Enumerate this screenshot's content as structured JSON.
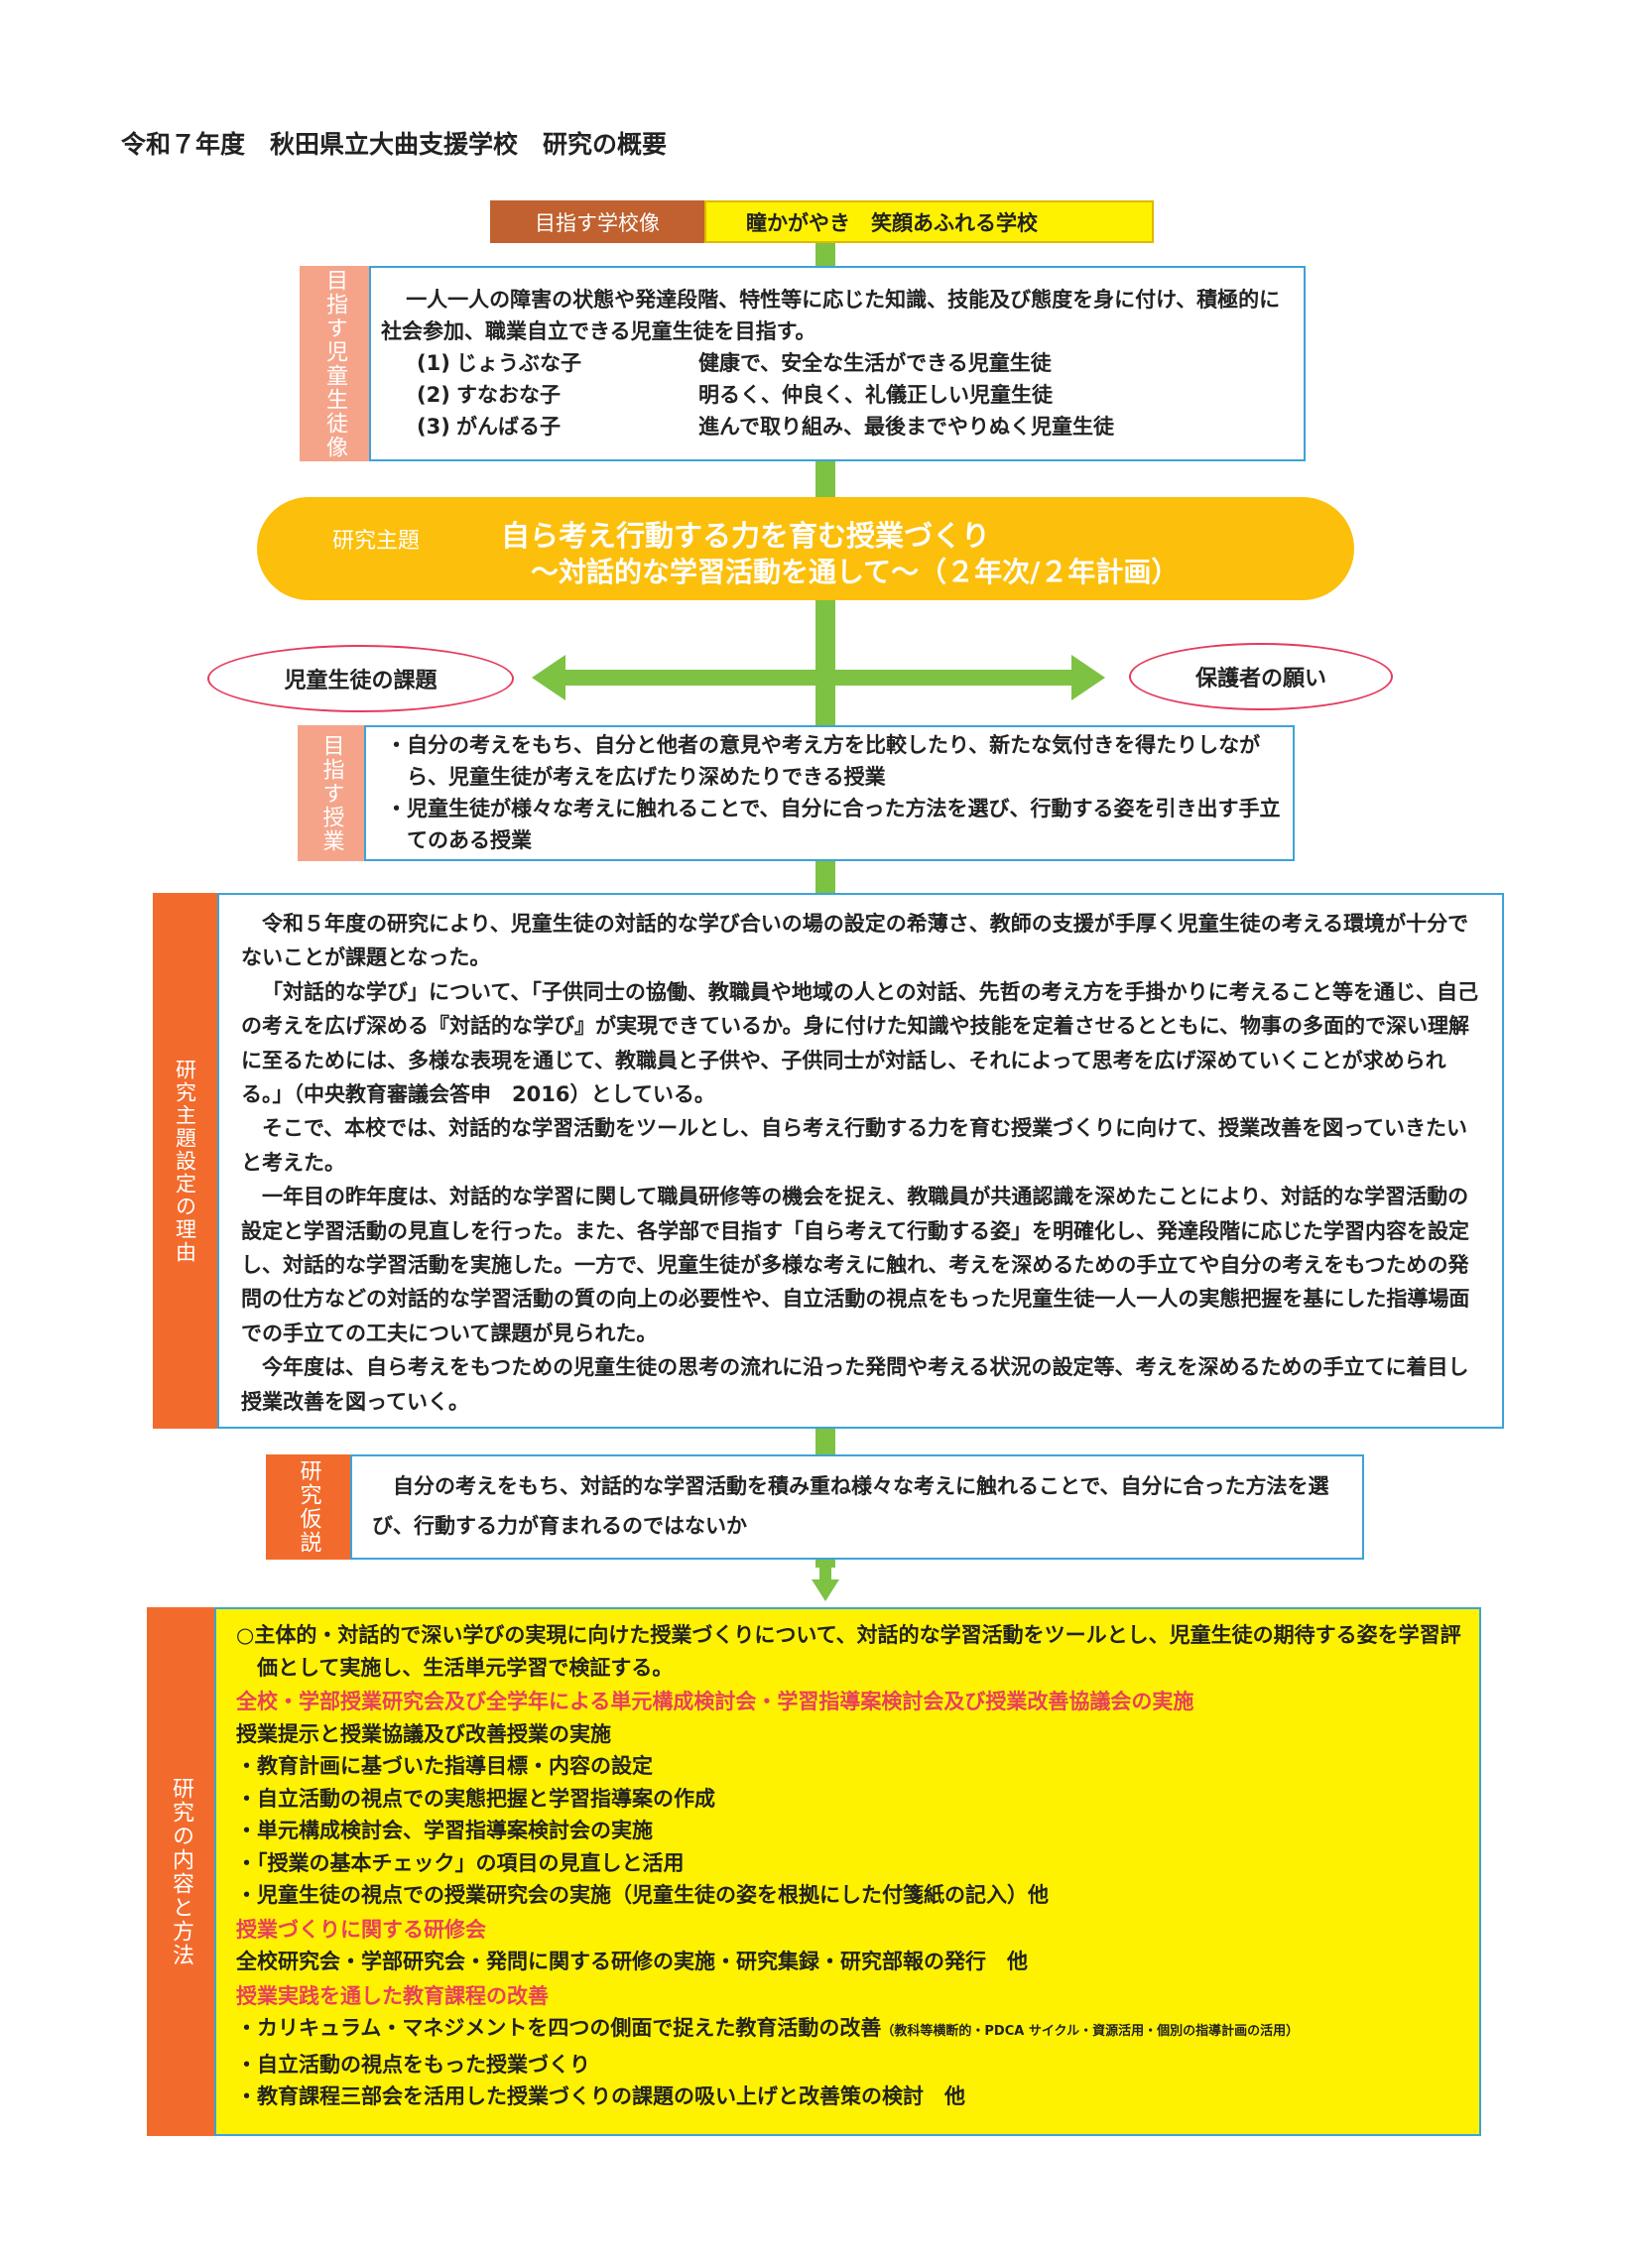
{
  "title": "令和７年度　秋田県立大曲支援学校　研究の概要",
  "school_image": {
    "label": "目指す学校像",
    "value": "瞳かがやき　笑顔あふれる学校"
  },
  "student_image": {
    "label": "目指す児童生徒像",
    "intro": "一人一人の障害の状態や発達段階、特性等に応じた知識、技能及び態度を身に付け、積極的に社会参加、職業自立できる児童生徒を目指す。",
    "items": [
      {
        "num": "(1)",
        "name": "じょうぶな子",
        "desc": "健康で、安全な生活ができる児童生徒"
      },
      {
        "num": "(2)",
        "name": "すなおな子",
        "desc": "明るく、仲良く、礼儀正しい児童生徒"
      },
      {
        "num": "(3)",
        "name": "がんばる子",
        "desc": "進んで取り組み、最後までやりぬく児童生徒"
      }
    ]
  },
  "theme": {
    "label": "研究主題",
    "main": "自ら考え行動する力を育む授業づくり",
    "sub": "～対話的な学習活動を通して～（２年次/２年計画）"
  },
  "left_oval": "児童生徒の課題",
  "right_oval": "保護者の願い",
  "target_lesson": {
    "label": "目指す授業",
    "items": [
      "・自分の考えをもち、自分と他者の意見や考え方を比較したり、新たな気付きを得たりしながら、児童生徒が考えを広げたり深めたりできる授業",
      "・児童生徒が様々な考えに触れることで、自分に合った方法を選び、行動する姿を引き出す手立てのある授業"
    ]
  },
  "reason": {
    "label": "研究主題設定の理由",
    "paragraphs": [
      "令和５年度の研究により、児童生徒の対話的な学び合いの場の設定の希薄さ、教師の支援が手厚く児童生徒の考える環境が十分でないことが課題となった。",
      "「対話的な学び」について、「子供同士の協働、教職員や地域の人との対話、先哲の考え方を手掛かりに考えること等を通じ、自己の考えを広げ深める『対話的な学び』が実現できているか。身に付けた知識や技能を定着させるとともに、物事の多面的で深い理解に至るためには、多様な表現を通じて、教職員と子供や、子供同士が対話し、それによって思考を広げ深めていくことが求められる。」（中央教育審議会答申　2016）としている。",
      "そこで、本校では、対話的な学習活動をツールとし、自ら考え行動する力を育む授業づくりに向けて、授業改善を図っていきたいと考えた。",
      "一年目の昨年度は、対話的な学習に関して職員研修等の機会を捉え、教職員が共通認識を深めたことにより、対話的な学習活動の設定と学習活動の見直しを行った。また、各学部で目指す「自ら考えて行動する姿」を明確化し、発達段階に応じた学習内容を設定し、対話的な学習活動を実施した。一方で、児童生徒が多様な考えに触れ、考えを深めるための手立てや自分の考えをもつための発問の仕方などの対話的な学習活動の質の向上の必要性や、自立活動の視点をもった児童生徒一人一人の実態把握を基にした指導場面での手立ての工夫について課題が見られた。",
      "今年度は、自ら考えをもつための児童生徒の思考の流れに沿った発問や考える状況の設定等、考えを深めるための手立てに着目し授業改善を図っていく。"
    ]
  },
  "hypothesis": {
    "label": "研究仮説",
    "text": "自分の考えをもち、対話的な学習活動を積み重ね様々な考えに触れることで、自分に合った方法を選び、行動する力が育まれるのではないか"
  },
  "methods": {
    "label": "研究の内容と方法",
    "lead": "○主体的・対話的で深い学びの実現に向けた授業づくりについて、対話的な学習活動をツールとし、児童生徒の期待する姿を学習評価として実施し、生活単元学習で検証する。",
    "sections": [
      {
        "heading": "全校・学部授業研究会及び全学年による単元構成検討会・学習指導案検討会及び授業改善協議会の実施",
        "lines": [
          "授業提示と授業協議及び改善授業の実施",
          "・教育計画に基づいた指導目標・内容の設定",
          "・自立活動の視点での実態把握と学習指導案の作成",
          "・単元構成検討会、学習指導案検討会の実施",
          "・「授業の基本チェック」の項目の見直しと活用",
          "・児童生徒の視点での授業研究会の実施（児童生徒の姿を根拠にした付箋紙の記入）他"
        ]
      },
      {
        "heading": "授業づくりに関する研修会",
        "lines": [
          "全校研究会・学部研究会・発問に関する研修の実施・研究集録・研究部報の発行　他"
        ]
      },
      {
        "heading": "授業実践を通した教育課程の改善",
        "lines": [
          "・カリキュラム・マネジメントを四つの側面で捉えた教育活動の改善",
          "・自立活動の視点をもった授業づくり",
          "・教育課程三部会を活用した授業づくりの課題の吸い上げと改善策の検討　他"
        ],
        "note": "（教科等横断的・PDCA サイクル・資源活用・個別の指導計画の活用）"
      }
    ]
  }
}
